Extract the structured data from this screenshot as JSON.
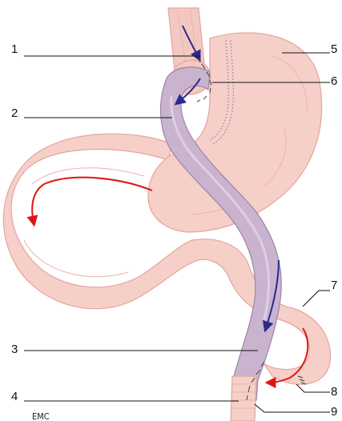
{
  "callouts": [
    "1",
    "2",
    "3",
    "4",
    "5",
    "6",
    "7",
    "8",
    "9"
  ],
  "credit": "EMC",
  "colors": {
    "stomach_tissue": "#f6cfc9",
    "stomach_outline": "#e3a69c",
    "bypass_limb": "#c9b3cf",
    "bypass_outline": "#9a86a6",
    "flow_food": "#2a2a8c",
    "flow_digestive": "#e01414",
    "staples": "#555555"
  },
  "icons": {
    "food_flow": "arrow-blue",
    "digestive_flow": "arrow-red",
    "staple_line": "staple-row"
  }
}
